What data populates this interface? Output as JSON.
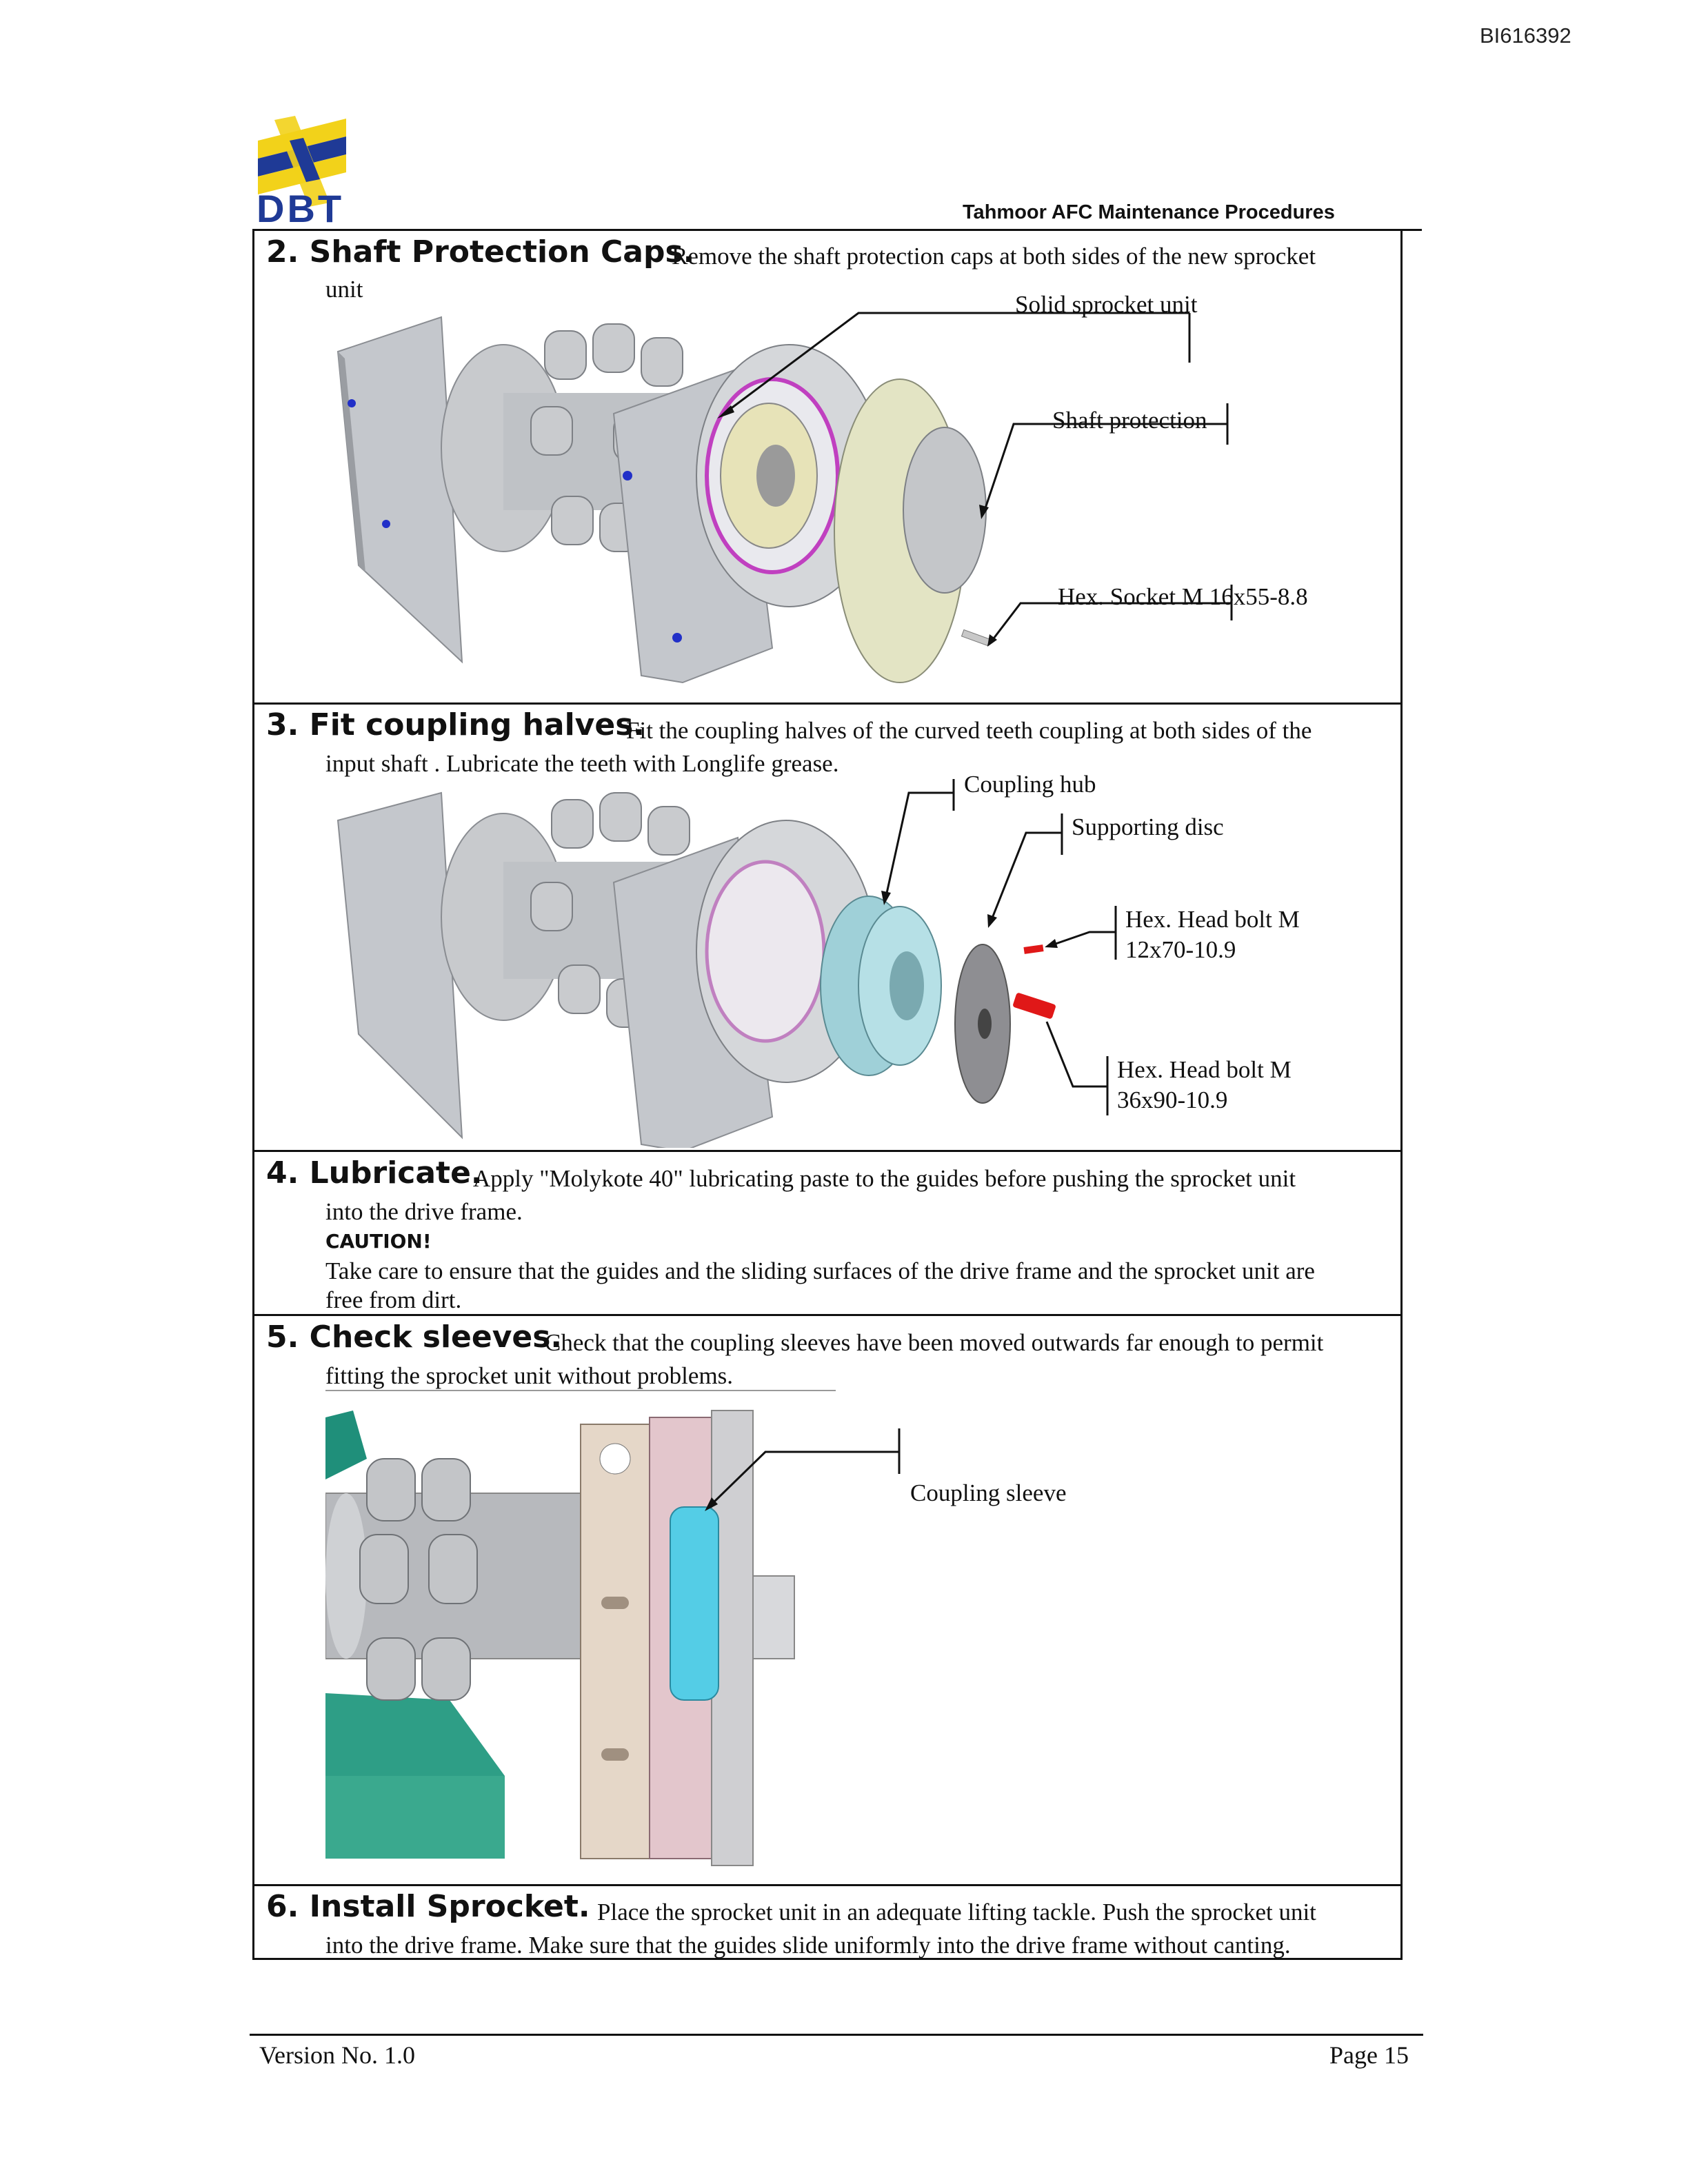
{
  "doc_id": "BI616392",
  "header": {
    "logo_text": "DBT",
    "title": "Tahmoor AFC Maintenance Procedures"
  },
  "steps": [
    {
      "heading": "2. Shaft Protection Caps.",
      "text_first": "Remove the shaft protection caps at both sides of the new sprocket",
      "text_cont": "unit",
      "labels": [
        "Solid sprocket unit",
        "Shaft protection",
        "Hex. Socket M 16x55-8.8"
      ]
    },
    {
      "heading": "3. Fit coupling halves.",
      "text_first": "Fit the coupling halves of the curved teeth coupling at both sides of the",
      "text_cont": "input shaft . Lubricate the teeth with Longlife grease.",
      "labels": [
        "Coupling hub",
        "Supporting disc",
        "Hex. Head bolt M",
        "12x70-10.9",
        "Hex. Head bolt M",
        "36x90-10.9"
      ]
    },
    {
      "heading": "4. Lubricate.",
      "text_first": "Apply \"Molykote 40\" lubricating paste to the guides before pushing the sprocket unit",
      "text_cont": "into the drive frame.",
      "caution": "CAUTION!",
      "caution_line1": "Take care to ensure that the guides and the sliding surfaces of the drive frame and the sprocket unit are",
      "caution_line2": "free from dirt."
    },
    {
      "heading": "5. Check sleeves.",
      "text_first": "Check that the coupling sleeves have been moved outwards far enough to permit",
      "text_cont": "fitting the sprocket unit without problems.",
      "labels": [
        "Coupling sleeve"
      ]
    },
    {
      "heading": "6. Install Sprocket.",
      "text_first": "Place the sprocket unit in an adequate lifting tackle. Push the sprocket unit",
      "text_cont": "into the drive frame. Make sure that the guides slide uniformly into the drive frame without canting."
    }
  ],
  "footer": {
    "version": "Version No. 1.0",
    "page": "Page 15"
  },
  "colors": {
    "logo_blue": "#1f3a96",
    "logo_yellow": "#f2d21a",
    "part_grey": "#b9bcc2",
    "coupling_cyan": "#8fd3dc",
    "bolt_red": "#e01818"
  }
}
